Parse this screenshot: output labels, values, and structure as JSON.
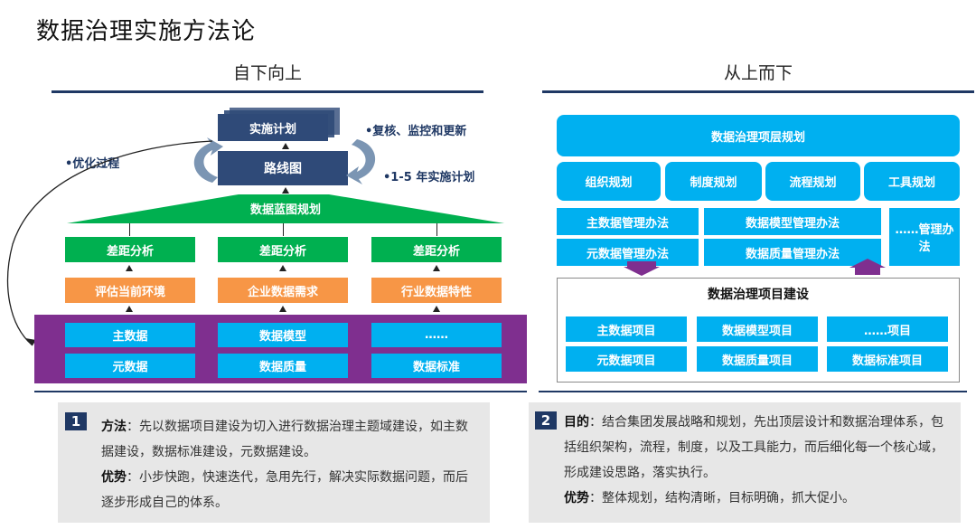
{
  "title": "数据治理实施方法论",
  "left": {
    "heading": "自下向上",
    "plan": "实施计划",
    "roadmap": "路线图",
    "review_note": "•复核、监控和更新",
    "period_note": "•1-5 年实施计划",
    "optimize_note": "•优化过程",
    "blueprint": "数据蓝图规划",
    "gaps": [
      "差距分析",
      "差距分析",
      "差距分析"
    ],
    "inputs": [
      "评估当前环境",
      "企业数据需求",
      "行业数据特性"
    ],
    "base": [
      [
        "主数据",
        "数据模型",
        "……"
      ],
      [
        "元数据",
        "数据质量",
        "数据标准"
      ]
    ]
  },
  "right": {
    "heading": "从上而下",
    "top": "数据治理项层规划",
    "plans": [
      "组织规划",
      "制度规划",
      "流程规划",
      "工具规划"
    ],
    "rules_left": [
      "主数据管理办法",
      "元数据管理办法"
    ],
    "rules_mid": [
      "数据模型管理办法",
      "数据质量管理办法"
    ],
    "rules_right": "……管理办法",
    "project_title": "数据治理项目建设",
    "projects": [
      [
        "主数据项目",
        "数据模型项目",
        "……项目"
      ],
      [
        "元数据项目",
        "数据质量项目",
        "数据标准项目"
      ]
    ]
  },
  "notes": {
    "n1": {
      "num": "1",
      "method_label": "方法",
      "method": "：先以数据项目建设为切入进行数据治理主题域建设，如主数据建设，数据标准建设，元数据建设。",
      "adv_label": "优势",
      "adv": "：小步快跑，快速迭代，急用先行，解决实际数据问题，而后逐步形成自己的体系。"
    },
    "n2": {
      "num": "2",
      "goal_label": "目的",
      "goal": "：结合集团发展战略和规划，先出顶层设计和数据治理体系，包括组织架构，流程，制度，以及工具能力，而后细化每一个核心域，形成建设思路，落实执行。",
      "adv_label": "优势",
      "adv": "：整体规划，结构清晰，目标明确，抓大促小。"
    },
    "colors": {
      "navy": "#1f3864",
      "green": "#00b050",
      "orange": "#f79646",
      "cyan": "#00b0f0",
      "purple": "#7f2f8f"
    }
  }
}
